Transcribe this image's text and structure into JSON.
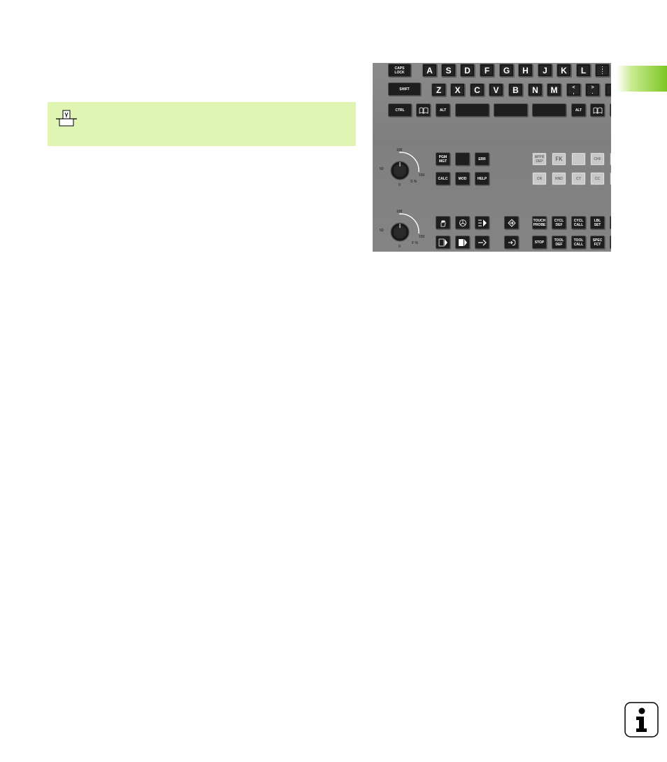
{
  "keyboard": {
    "row1": [
      "CAPS\nLOCK",
      "A",
      "S",
      "D",
      "F",
      "G",
      "H",
      "J",
      "K",
      "L",
      ";\n:"
    ],
    "row2": [
      "SHIFT",
      "Z",
      "X",
      "C",
      "V",
      "B",
      "N",
      "M",
      "<\n,",
      ">\n.",
      "?\n/"
    ],
    "row3": [
      "CTRL",
      "ALT",
      "ALT"
    ],
    "mid_dark": [
      "PGM\nMGT",
      "ERR",
      "CALC",
      "MOD",
      "HELP"
    ],
    "mid_light": [
      "APPR\nDEP",
      "FK",
      "CHF",
      "CR",
      "RND",
      "CT",
      "CC"
    ],
    "bottom_right": [
      "TOUCH\nPROBE",
      "CYCL\nDEF",
      "CYCL\nCALL",
      "LBL\nSET",
      "STOP",
      "TOOL\nDEF",
      "TOOL\nCALL",
      "SPEC\nFCT"
    ],
    "knob_spindle": {
      "top": "100",
      "left": "50",
      "right": "150",
      "bottom": "0",
      "unit": "S %"
    },
    "knob_feed": {
      "top": "100",
      "left": "50",
      "right": "150",
      "bottom": "0",
      "unit": "F %"
    }
  },
  "colors": {
    "note_bg": "#e0f5b3",
    "tab_green": "#7cc623"
  }
}
